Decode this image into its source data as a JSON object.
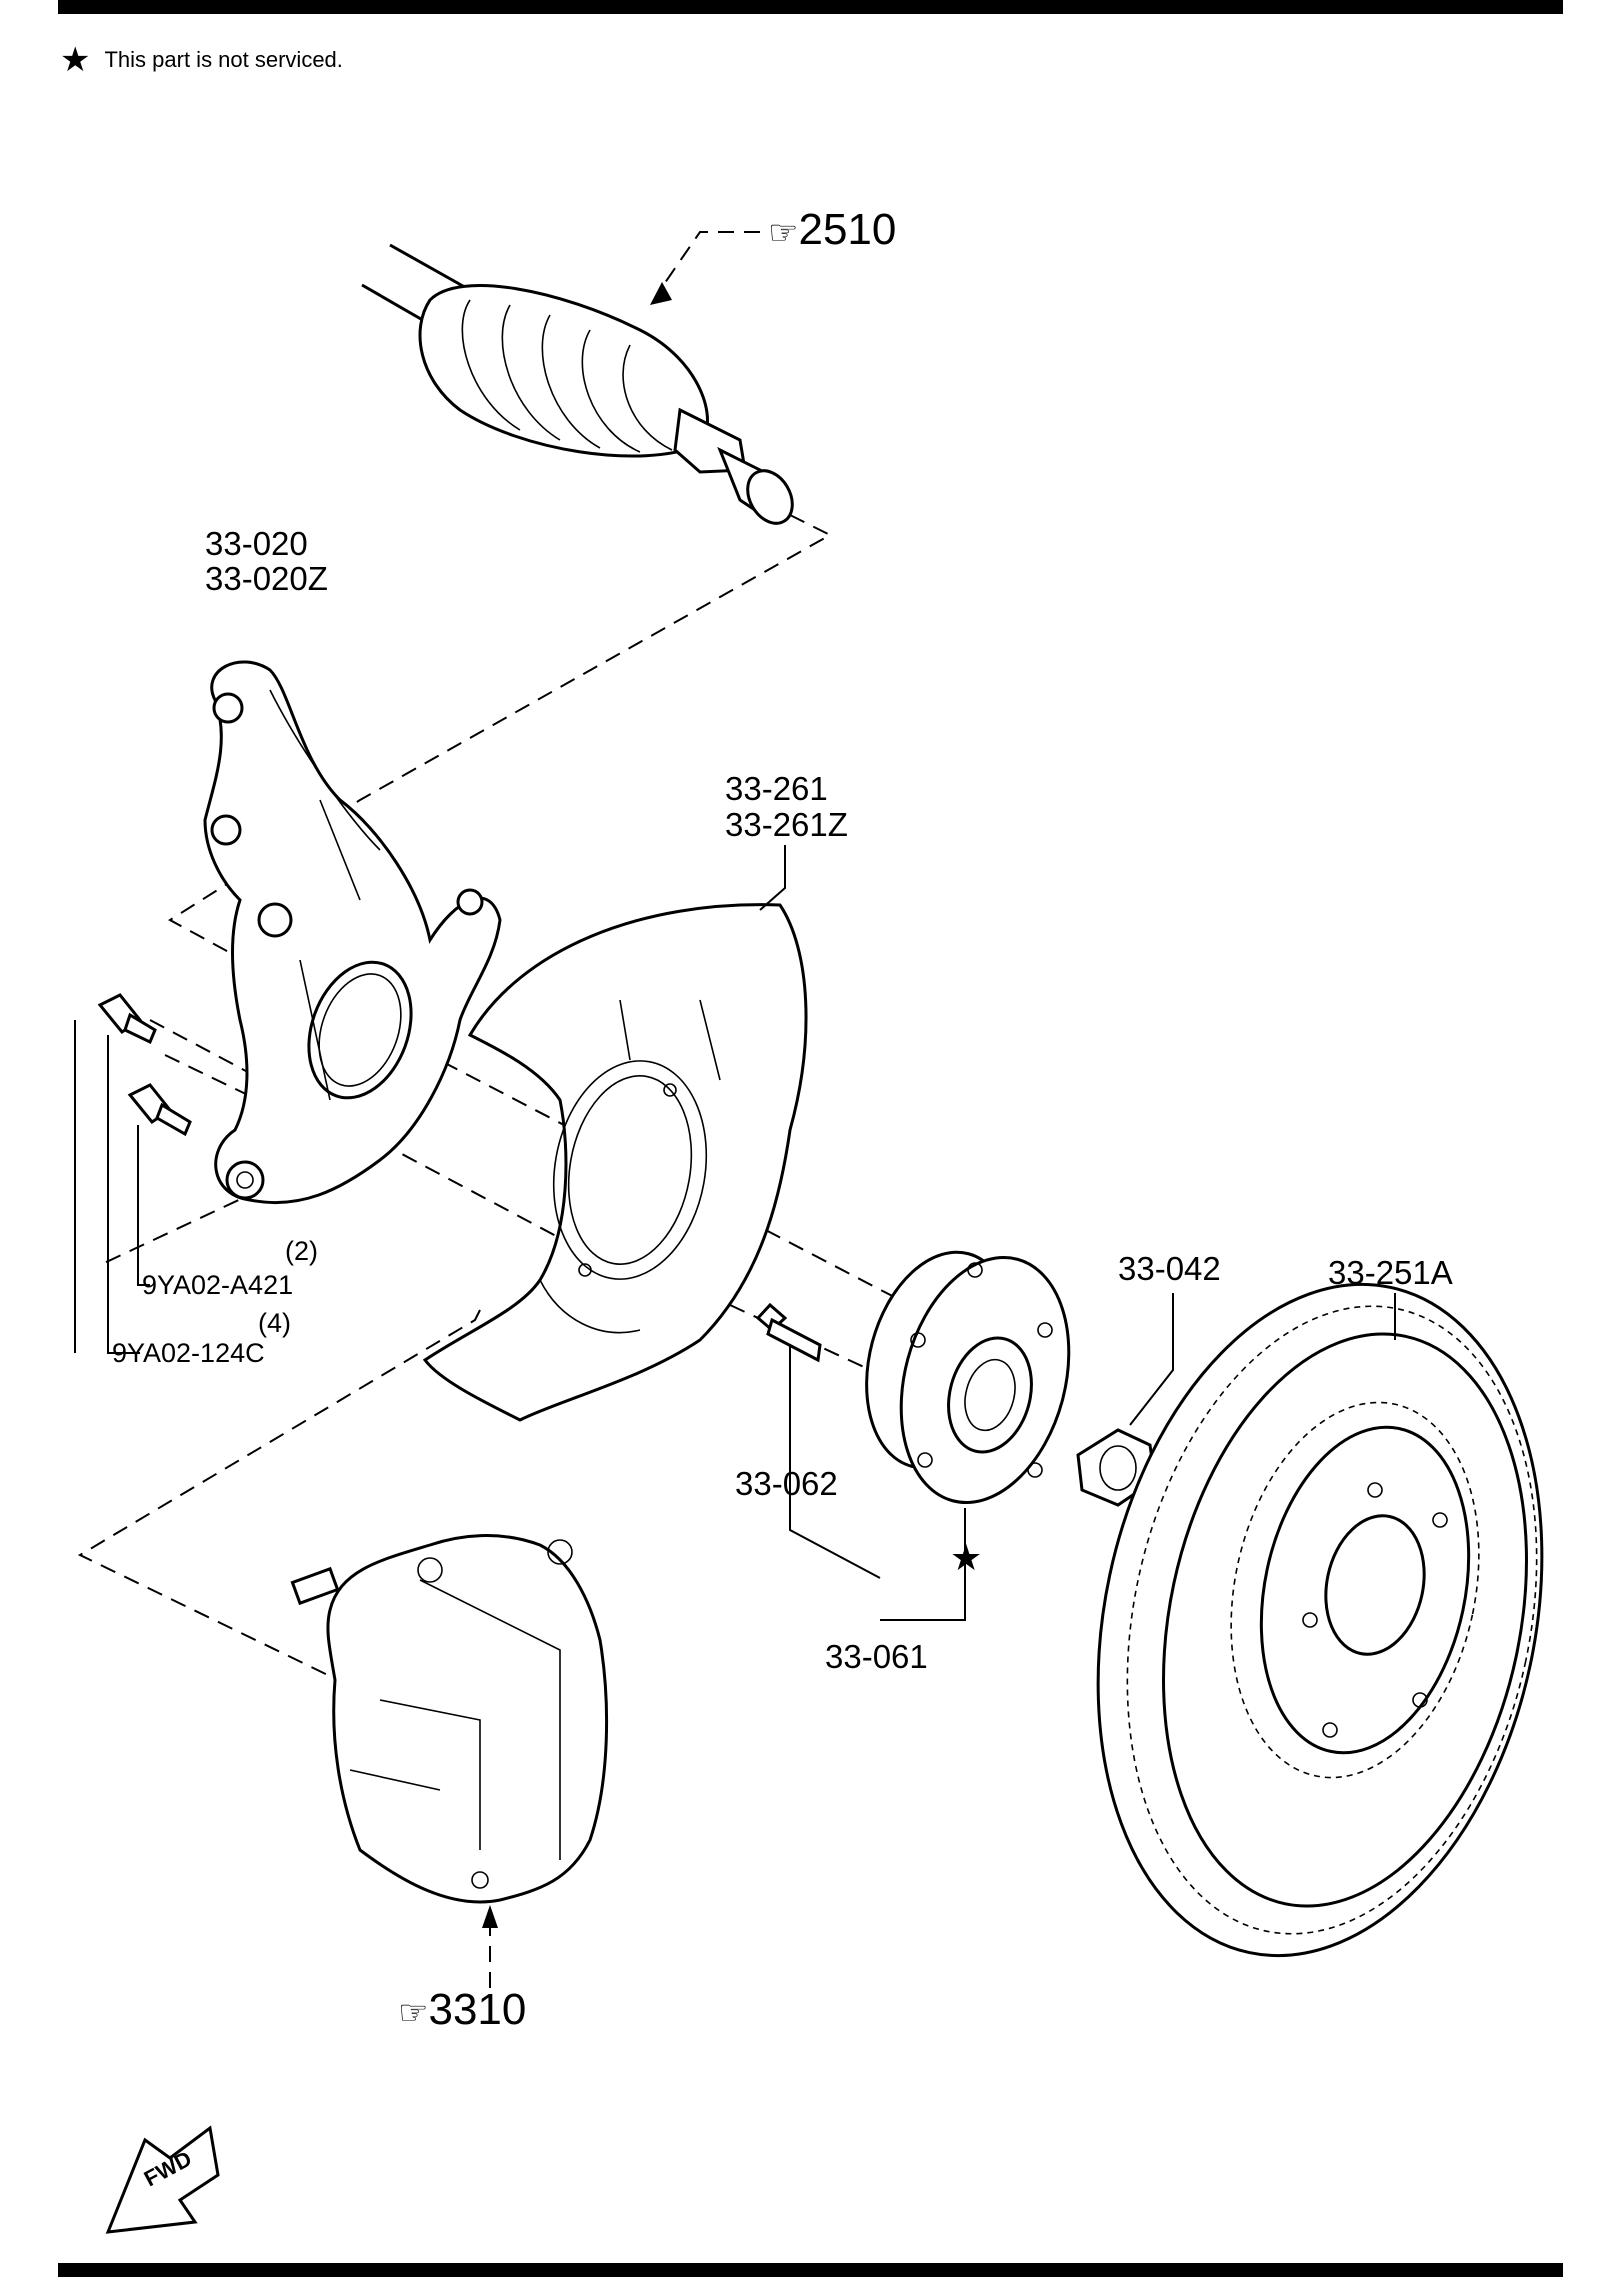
{
  "note": {
    "symbol": "★",
    "text": "This part is not serviced."
  },
  "refs": {
    "driveshaft": "2510",
    "caliper": "3310"
  },
  "labels": {
    "knuckle_1": "33-020",
    "knuckle_2": "33-020Z",
    "dust_shield_1": "33-261",
    "dust_shield_2": "33-261Z",
    "bolt_a": "9YA02-A421",
    "bolt_a_qty": "(2)",
    "bolt_b": "9YA02-124C",
    "bolt_b_qty": "(4)",
    "nut": "33-042",
    "disc": "33-251A",
    "hub_bolt": "33-062",
    "hub_assembly": "33-061",
    "hub_star": "★"
  },
  "fwd_mark": "FWD",
  "icons": [
    "pointing-hand-icon",
    "star-icon",
    "fwd-arrow-icon"
  ]
}
